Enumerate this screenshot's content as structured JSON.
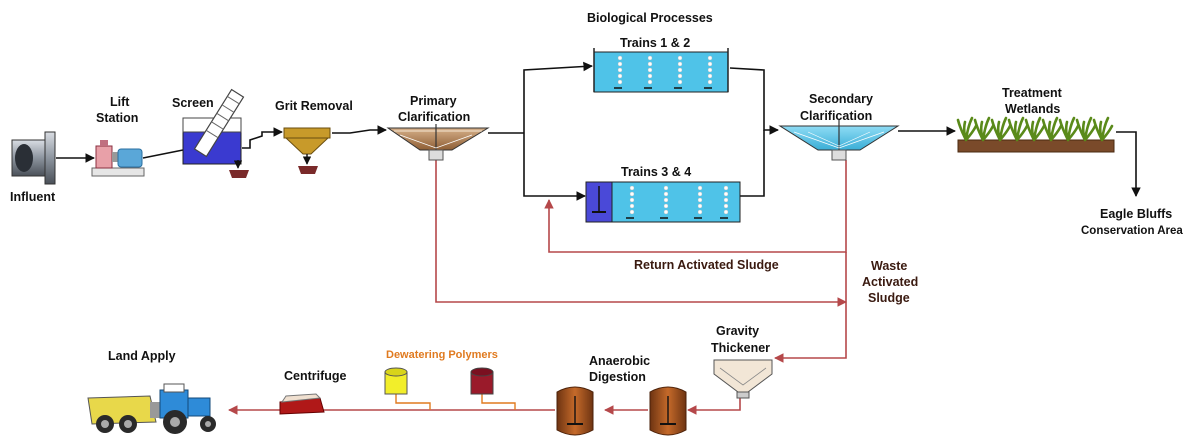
{
  "labels": {
    "influent": "Influent",
    "lift_station_1": "Lift",
    "lift_station_2": "Station",
    "screen": "Screen",
    "grit_removal": "Grit Removal",
    "primary_1": "Primary",
    "primary_2": "Clarification",
    "bio_processes": "Biological Processes",
    "trains_12": "Trains 1 & 2",
    "trains_34": "Trains 3 & 4",
    "secondary_1": "Secondary",
    "secondary_2": "Clarification",
    "wetlands_1": "Treatment",
    "wetlands_2": "Wetlands",
    "eagle_1": "Eagle Bluffs",
    "eagle_2": "Conservation Area",
    "ras": "Return Activated Sludge",
    "was_1": "Waste",
    "was_2": "Activated",
    "was_3": "Sludge",
    "gravity_1": "Gravity",
    "gravity_2": "Thickener",
    "anaerobic_1": "Anaerobic",
    "anaerobic_2": "Digestion",
    "dewatering": "Dewatering Polymers",
    "centrifuge": "Centrifuge",
    "land_apply": "Land Apply"
  },
  "colors": {
    "process_line": "#111111",
    "sludge_line": "#b5484a",
    "polymer_line": "#e07a1f",
    "tank_water": "#4fc3e8",
    "digester": "#a8501e",
    "wetland_soil": "#7a4a2a"
  }
}
